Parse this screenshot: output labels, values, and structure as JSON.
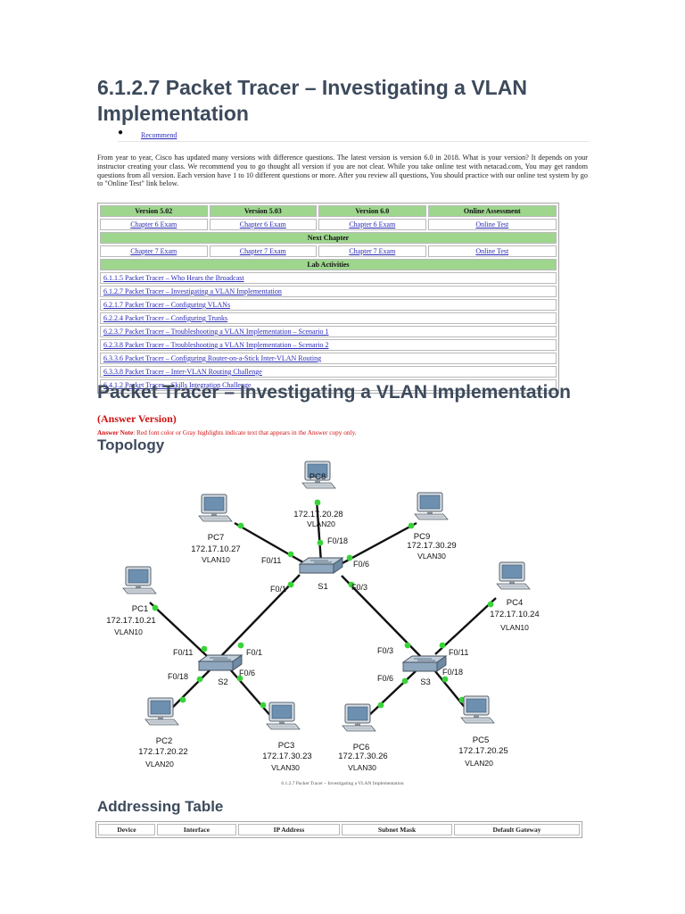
{
  "page_title": "6.1.2.7 Packet Tracer – Investigating a VLAN Implementation",
  "recommend_link": "Recommend",
  "intro": "From year to year, Cisco has updated many versions with difference questions. The latest version is version 6.0 in 2018. What is your version? It depends on your instructor creating your class. We recommend you to go thought all version if you are not clear. While you take online test with netacad.com, You may get random questions from all version. Each version have 1 to 10 different questions or more. After you review all questions, You should practice with our online test system by go to \"Online Test\" link below.",
  "version_table": {
    "headers": [
      "Version 5.02",
      "Version 5.03",
      "Version 6.0",
      "Online Assessment"
    ],
    "row1": [
      "Chapter 6 Exam",
      "Chapter 6 Exam",
      "Chapter 6 Exam",
      "Online Test"
    ],
    "next_chapter": "Next Chapter",
    "row2": [
      "Chapter 7 Exam",
      "Chapter 7 Exam",
      "Chapter 7 Exam",
      "Online Test"
    ],
    "lab_activities": "Lab Activities",
    "labs": [
      "6.1.1.5 Packet Tracer – Who Hears the Broadcast",
      "6.1.2.7 Packet Tracer – Investigating a VLAN Implementation",
      "6.2.1.7 Packet Tracer – Configuring VLANs",
      "6.2.2.4 Packet Tracer – Configuring Trunks",
      "6.2.3.7 Packet Tracer – Troubleshooting a VLAN Implementation – Scenario 1",
      "6.2.3.8 Packet Tracer – Troubleshooting a VLAN Implementation – Scenario 2",
      "6.3.3.6 Packet Tracer – Configuring Router-on-a-Stick Inter-VLAN Routing",
      "6.3.3.8 Packet Tracer – Inter-VLAN Routing Challenge",
      "6.4.1.2 Packet Tracer – Skills Integration Challenge"
    ]
  },
  "section_title": "Packet Tracer – Investigating a VLAN Implementation",
  "answer_version": "(Answer Version)",
  "answer_note_label": "Answer Note",
  "answer_note_text": ": Red font color or Gray highlights indicate text that appears in the Answer copy only.",
  "topology_heading": "Topology",
  "topology": {
    "switches": [
      {
        "name": "S1"
      },
      {
        "name": "S2"
      },
      {
        "name": "S3"
      }
    ],
    "pcs": [
      {
        "name": "PC8",
        "ip": "172.17.20.28",
        "vlan": "VLAN20"
      },
      {
        "name": "PC7",
        "ip": "172.17.10.27",
        "vlan": "VLAN10"
      },
      {
        "name": "PC9",
        "ip": "172.17.30.29",
        "vlan": "VLAN30"
      },
      {
        "name": "PC1",
        "ip": "172.17.10.21",
        "vlan": "VLAN10"
      },
      {
        "name": "PC4",
        "ip": "172.17.10.24",
        "vlan": "VLAN10"
      },
      {
        "name": "PC2",
        "ip": "172.17.20.22",
        "vlan": "VLAN20"
      },
      {
        "name": "PC3",
        "ip": "172.17.30.23",
        "vlan": "VLAN30"
      },
      {
        "name": "PC6",
        "ip": "172.17.30.26",
        "vlan": "VLAN30"
      },
      {
        "name": "PC5",
        "ip": "172.17.20.25",
        "vlan": "VLAN20"
      }
    ],
    "ports": [
      "F0/18",
      "F0/11",
      "F0/6",
      "F0/1",
      "F0/3",
      "F0/11",
      "F0/1",
      "F0/18",
      "F0/6",
      "F0/3",
      "F0/11",
      "F0/6",
      "F0/18"
    ]
  },
  "caption": "6.1.2.7 Packet Tracer – Investigating a VLAN Implementation",
  "addressing_heading": "Addressing Table",
  "addressing_headers": [
    "Device",
    "Interface",
    "IP Address",
    "Subnet Mask",
    "Default Gateway"
  ]
}
